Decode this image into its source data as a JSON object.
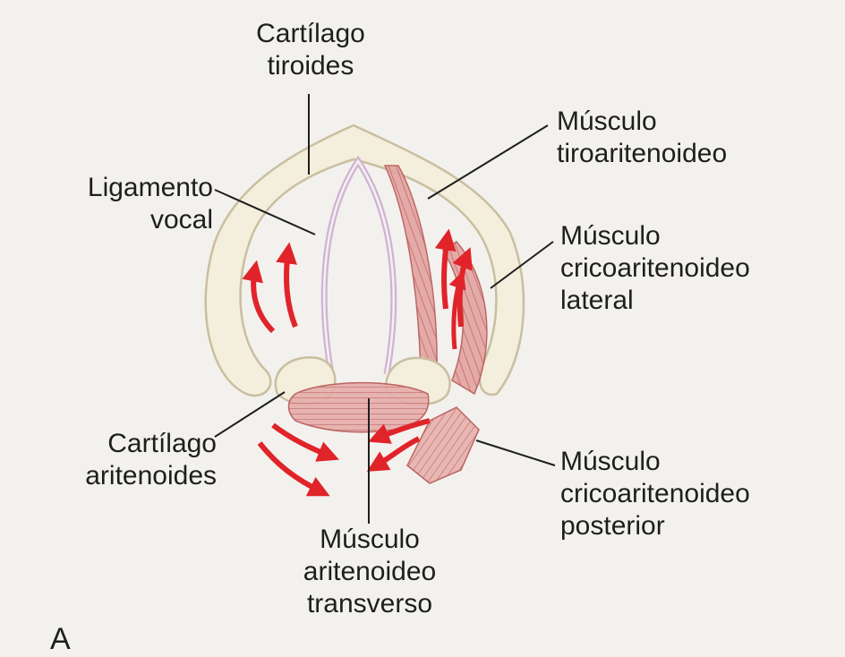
{
  "labels": {
    "cartilago_tiroides": [
      "Cartílago",
      "tiroides"
    ],
    "ligamento_vocal": [
      "Ligamento",
      "vocal"
    ],
    "musculo_tiroaritenoideo": [
      "Músculo",
      "tiroaritenoideo"
    ],
    "musculo_cricoaritenoideo_lateral": [
      "Músculo",
      "cricoaritenoideo",
      "lateral"
    ],
    "cartilago_aritenoides": [
      "Cartílago",
      "aritenoides"
    ],
    "musculo_aritenoideo_transverso": [
      "Músculo",
      "aritenoideo",
      "transverso"
    ],
    "musculo_cricoaritenoideo_posterior": [
      "Músculo",
      "cricoaritenoideo",
      "posterior"
    ],
    "panel_letter": "A"
  },
  "colors": {
    "cartilage_fill": "#f4eedc",
    "cartilage_stroke": "#c9bf9f",
    "muscle": "#d98d8a",
    "muscle_dark": "#b85a58",
    "ligament": "#d8c4d8",
    "arrow": "#e0242a",
    "leader": "#1e1e1e"
  }
}
